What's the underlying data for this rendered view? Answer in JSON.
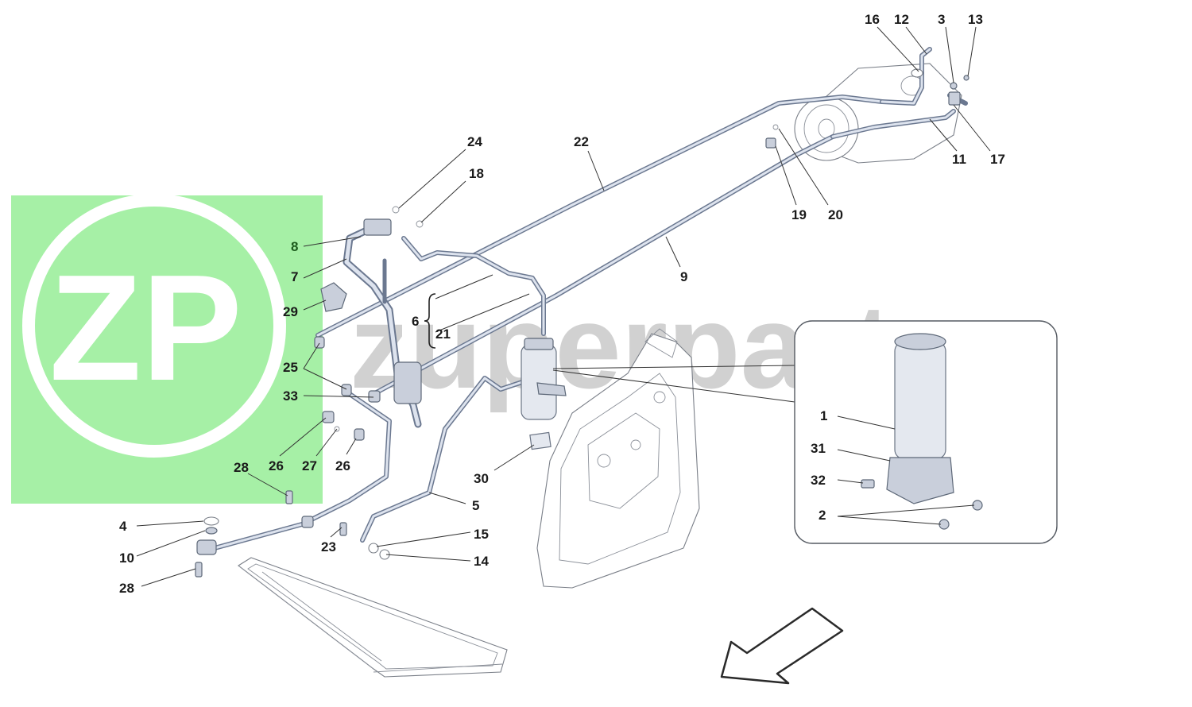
{
  "diagram": {
    "watermark": {
      "logo_text": "ZP",
      "brand_text": "zuperparts",
      "color": "#a6f0a6"
    },
    "callouts": [
      {
        "id": "c16",
        "text": "16"
      },
      {
        "id": "c12",
        "text": "12"
      },
      {
        "id": "c3",
        "text": "3"
      },
      {
        "id": "c13",
        "text": "13"
      },
      {
        "id": "c11",
        "text": "11"
      },
      {
        "id": "c17",
        "text": "17"
      },
      {
        "id": "c24",
        "text": "24"
      },
      {
        "id": "c22",
        "text": "22"
      },
      {
        "id": "c18",
        "text": "18"
      },
      {
        "id": "c19",
        "text": "19"
      },
      {
        "id": "c20",
        "text": "20"
      },
      {
        "id": "c8",
        "text": "8"
      },
      {
        "id": "c9",
        "text": "9"
      },
      {
        "id": "c7",
        "text": "7"
      },
      {
        "id": "c29",
        "text": "29"
      },
      {
        "id": "c6",
        "text": "6"
      },
      {
        "id": "c21",
        "text": "21"
      },
      {
        "id": "c25",
        "text": "25"
      },
      {
        "id": "c33",
        "text": "33"
      },
      {
        "id": "c26a",
        "text": "26"
      },
      {
        "id": "c27",
        "text": "27"
      },
      {
        "id": "c26b",
        "text": "26"
      },
      {
        "id": "c28a",
        "text": "28"
      },
      {
        "id": "c30",
        "text": "30"
      },
      {
        "id": "c5",
        "text": "5"
      },
      {
        "id": "c4",
        "text": "4"
      },
      {
        "id": "c15",
        "text": "15"
      },
      {
        "id": "c10",
        "text": "10"
      },
      {
        "id": "c23",
        "text": "23"
      },
      {
        "id": "c14",
        "text": "14"
      },
      {
        "id": "c28b",
        "text": "28"
      },
      {
        "id": "c1",
        "text": "1"
      },
      {
        "id": "c31",
        "text": "31"
      },
      {
        "id": "c32",
        "text": "32"
      },
      {
        "id": "c2",
        "text": "2"
      }
    ]
  }
}
